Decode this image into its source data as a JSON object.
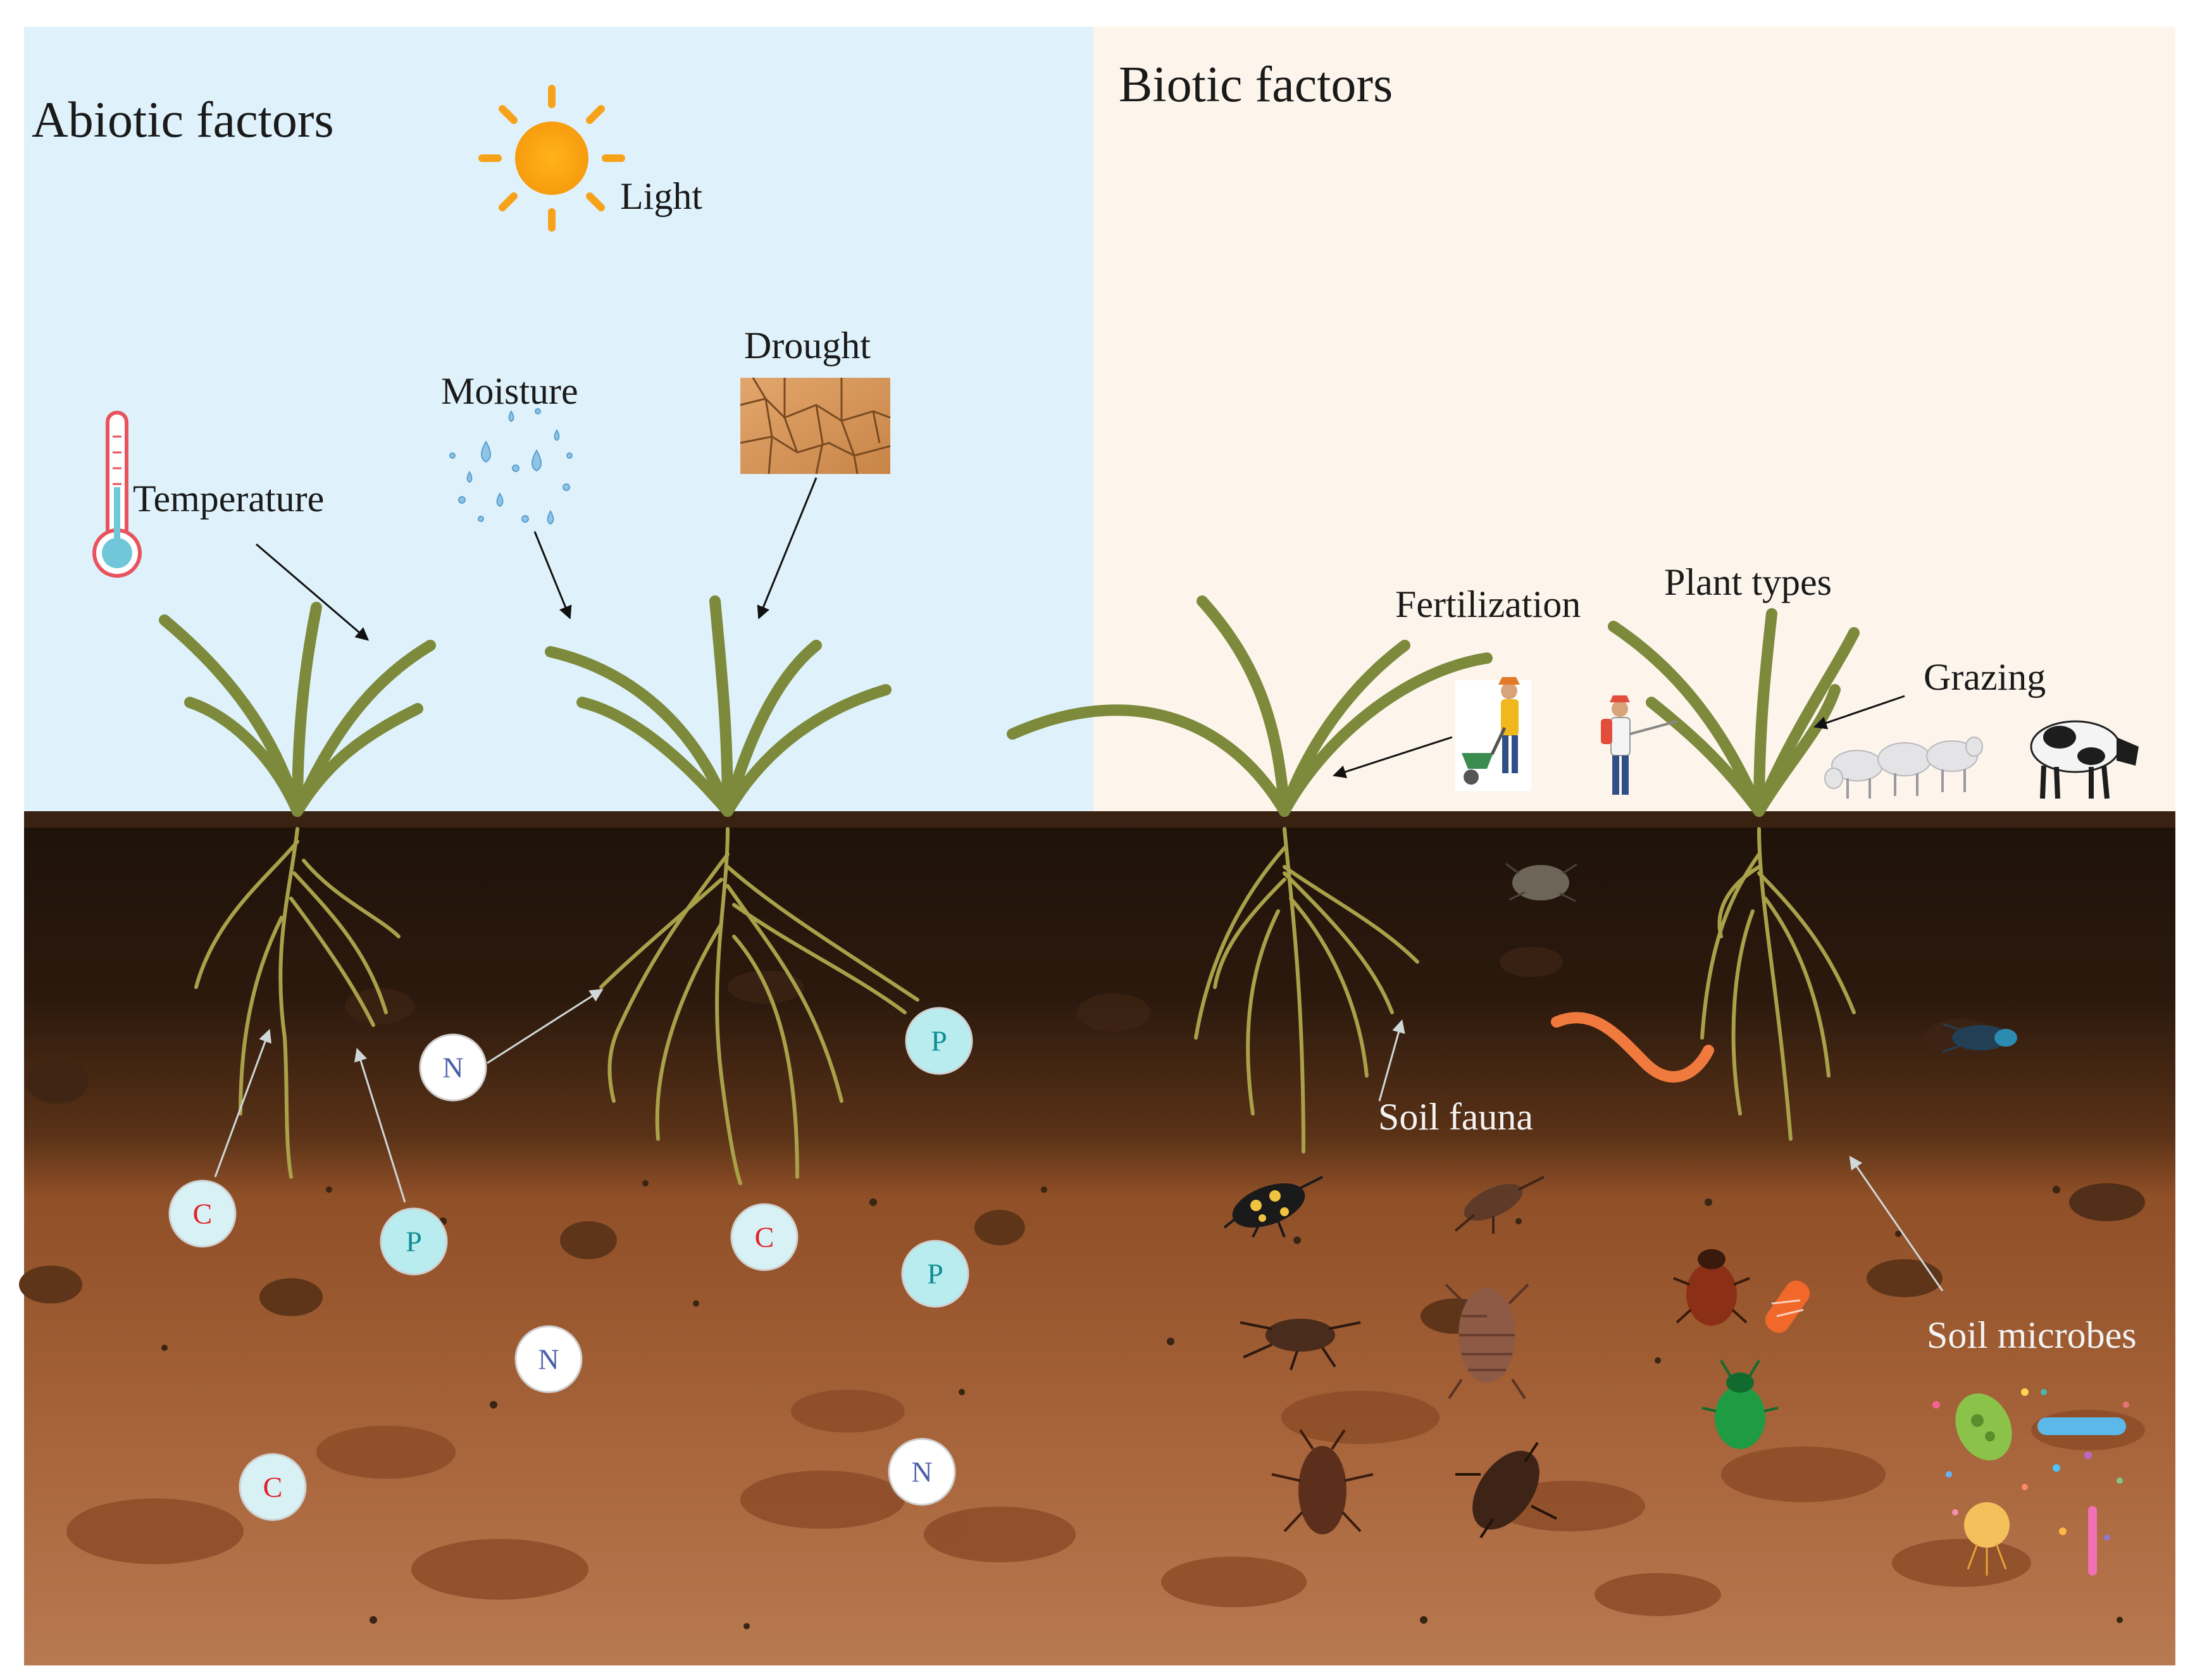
{
  "panels": {
    "abiotic_title": "Abiotic factors",
    "biotic_title": "Biotic factors"
  },
  "abiotic": {
    "light": "Light",
    "drought": "Drought",
    "moisture": "Moisture",
    "temperature": "Temperature"
  },
  "biotic": {
    "fertilization": "Fertilization",
    "plant_types": "Plant types",
    "grazing": "Grazing"
  },
  "soil": {
    "fauna": "Soil fauna",
    "microbes": "Soil microbes"
  },
  "nutrients": [
    {
      "symbol": "N",
      "kind": "N"
    },
    {
      "symbol": "P",
      "kind": "P"
    },
    {
      "symbol": "C",
      "kind": "C"
    },
    {
      "symbol": "P",
      "kind": "P"
    },
    {
      "symbol": "C",
      "kind": "C"
    },
    {
      "symbol": "P",
      "kind": "P"
    },
    {
      "symbol": "N",
      "kind": "N"
    },
    {
      "symbol": "C",
      "kind": "C"
    },
    {
      "symbol": "N",
      "kind": "N"
    }
  ],
  "colors": {
    "abiotic_bg": "#dff2fb",
    "biotic_bg": "#fdf5ec",
    "plant": "#7d8a3c",
    "soil_top": "#1f130b",
    "soil_mid": "#5b3418",
    "soil_bottom": "#b06e45",
    "nutrient_C": "#e21f26",
    "nutrient_N": "#4a5fa8",
    "nutrient_P": "#0f8d93"
  }
}
